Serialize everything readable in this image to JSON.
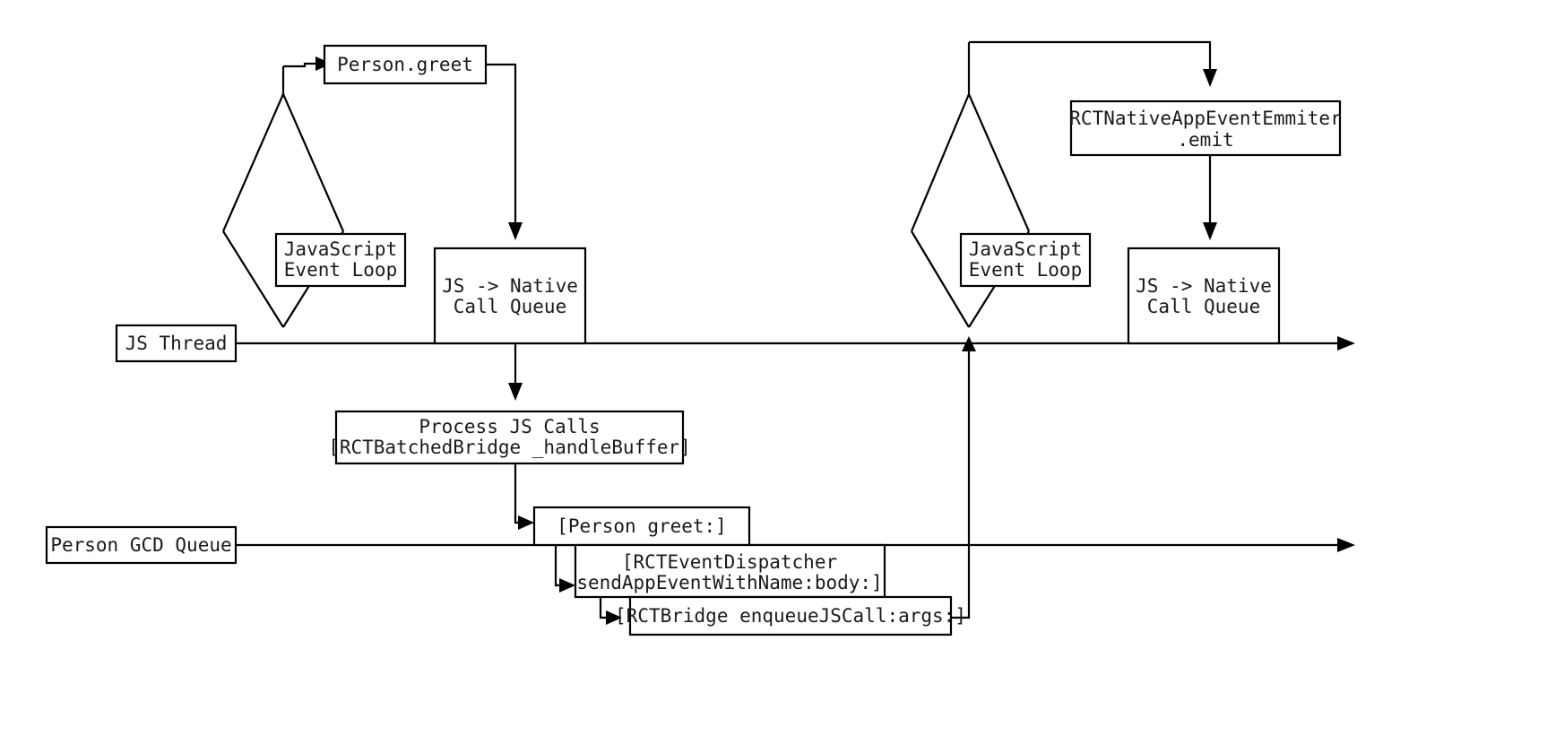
{
  "diagram": {
    "title": "React Native bridge message flow timeline",
    "background_color": "#ffffff",
    "line_color": "#000000",
    "text_color": "#1a1a1a"
  },
  "lanes": [
    {
      "id": "js-thread",
      "label": "JS Thread"
    },
    {
      "id": "person-gcd-queue",
      "label": "Person GCD Queue"
    }
  ],
  "boxes": {
    "person_greet": {
      "label": "Person.greet"
    },
    "js_event_loop_left": {
      "line1": "JavaScript",
      "line2": "Event Loop"
    },
    "js_native_queue_left": {
      "line1": "JS -> Native",
      "line2": "Call Queue"
    },
    "js_event_loop_right": {
      "line1": "JavaScript",
      "line2": "Event Loop"
    },
    "js_native_queue_right": {
      "line1": "JS -> Native",
      "line2": "Call Queue"
    },
    "native_event_emitter": {
      "line1": "RCTNativeAppEventEmmiter",
      "line2": ".emit"
    },
    "process_js_calls": {
      "line1": "Process JS Calls",
      "line2": "[RCTBatchedBridge _handleBuffer]"
    },
    "person_greet_call": {
      "label": "[Person greet:]"
    },
    "event_dispatcher": {
      "line1": "[RCTEventDispatcher",
      "line2": "sendAppEventWithName:body:]"
    },
    "enqueue_js_call": {
      "label": "[RCTBridge enqueueJSCall:args:]"
    }
  },
  "connectors": [
    {
      "id": "eventloop-to-person-greet",
      "from": "js_event_loop_left",
      "to": "person_greet",
      "arrow": "right"
    },
    {
      "id": "person-greet-to-queue",
      "from": "person_greet",
      "to": "js_native_queue_left",
      "arrow": "down"
    },
    {
      "id": "queue-to-process",
      "from": "js_native_queue_left",
      "to": "process_js_calls",
      "arrow": "down"
    },
    {
      "id": "process-to-person-greet-call",
      "from": "process_js_calls",
      "to": "person_greet_call",
      "arrow": "right"
    },
    {
      "id": "person-greet-call-to-dispatcher",
      "from": "person_greet_call",
      "to": "event_dispatcher",
      "arrow": "right"
    },
    {
      "id": "dispatcher-to-enqueue",
      "from": "event_dispatcher",
      "to": "enqueue_js_call",
      "arrow": "right"
    },
    {
      "id": "enqueue-to-js-thread",
      "from": "enqueue_js_call",
      "to": "js-thread",
      "arrow": "up"
    },
    {
      "id": "eventloop-right-to-emitter",
      "from": "js_event_loop_right",
      "to": "native_event_emitter",
      "arrow": "down"
    },
    {
      "id": "emitter-to-queue-right",
      "from": "native_event_emitter",
      "to": "js_native_queue_right",
      "arrow": "down"
    }
  ]
}
